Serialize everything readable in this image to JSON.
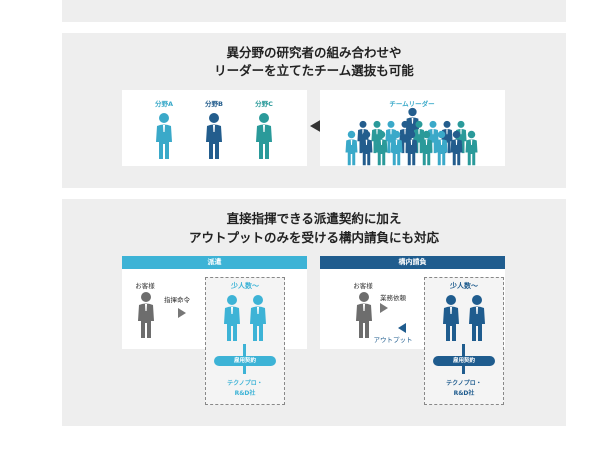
{
  "section1": {
    "heading_line1": "異分野の研究者の組み合わせや",
    "heading_line2": "リーダーを立てたチーム選抜も可能",
    "fields": [
      "分野A",
      "分野B",
      "分野C"
    ],
    "team_leader": "チームリーダー"
  },
  "section2": {
    "heading_line1": "直接指揮できる派遣契約に加え",
    "heading_line2": "アウトプットのみを受ける構内請負にも対応",
    "dispatch": {
      "title": "派遣",
      "customer": "お客様",
      "instruction": "指揮命令",
      "team": "少人数～",
      "contract": "雇用契約",
      "company_line1": "テクノプロ・",
      "company_line2": "R&D社"
    },
    "contracting": {
      "title": "構内請負",
      "customer": "お客様",
      "request": "業務依頼",
      "output": "アウトプット",
      "team": "少人数～",
      "contract": "雇用契約",
      "company_line1": "テクノプロ・",
      "company_line2": "R&D社"
    }
  },
  "colors": {
    "field_a": "#3aa9c9",
    "field_b": "#235d8d",
    "field_c": "#2a9a9a",
    "dispatch": "#3db3d6",
    "contracting": "#1f5c8e",
    "person_gray": "#6d6d6d"
  }
}
